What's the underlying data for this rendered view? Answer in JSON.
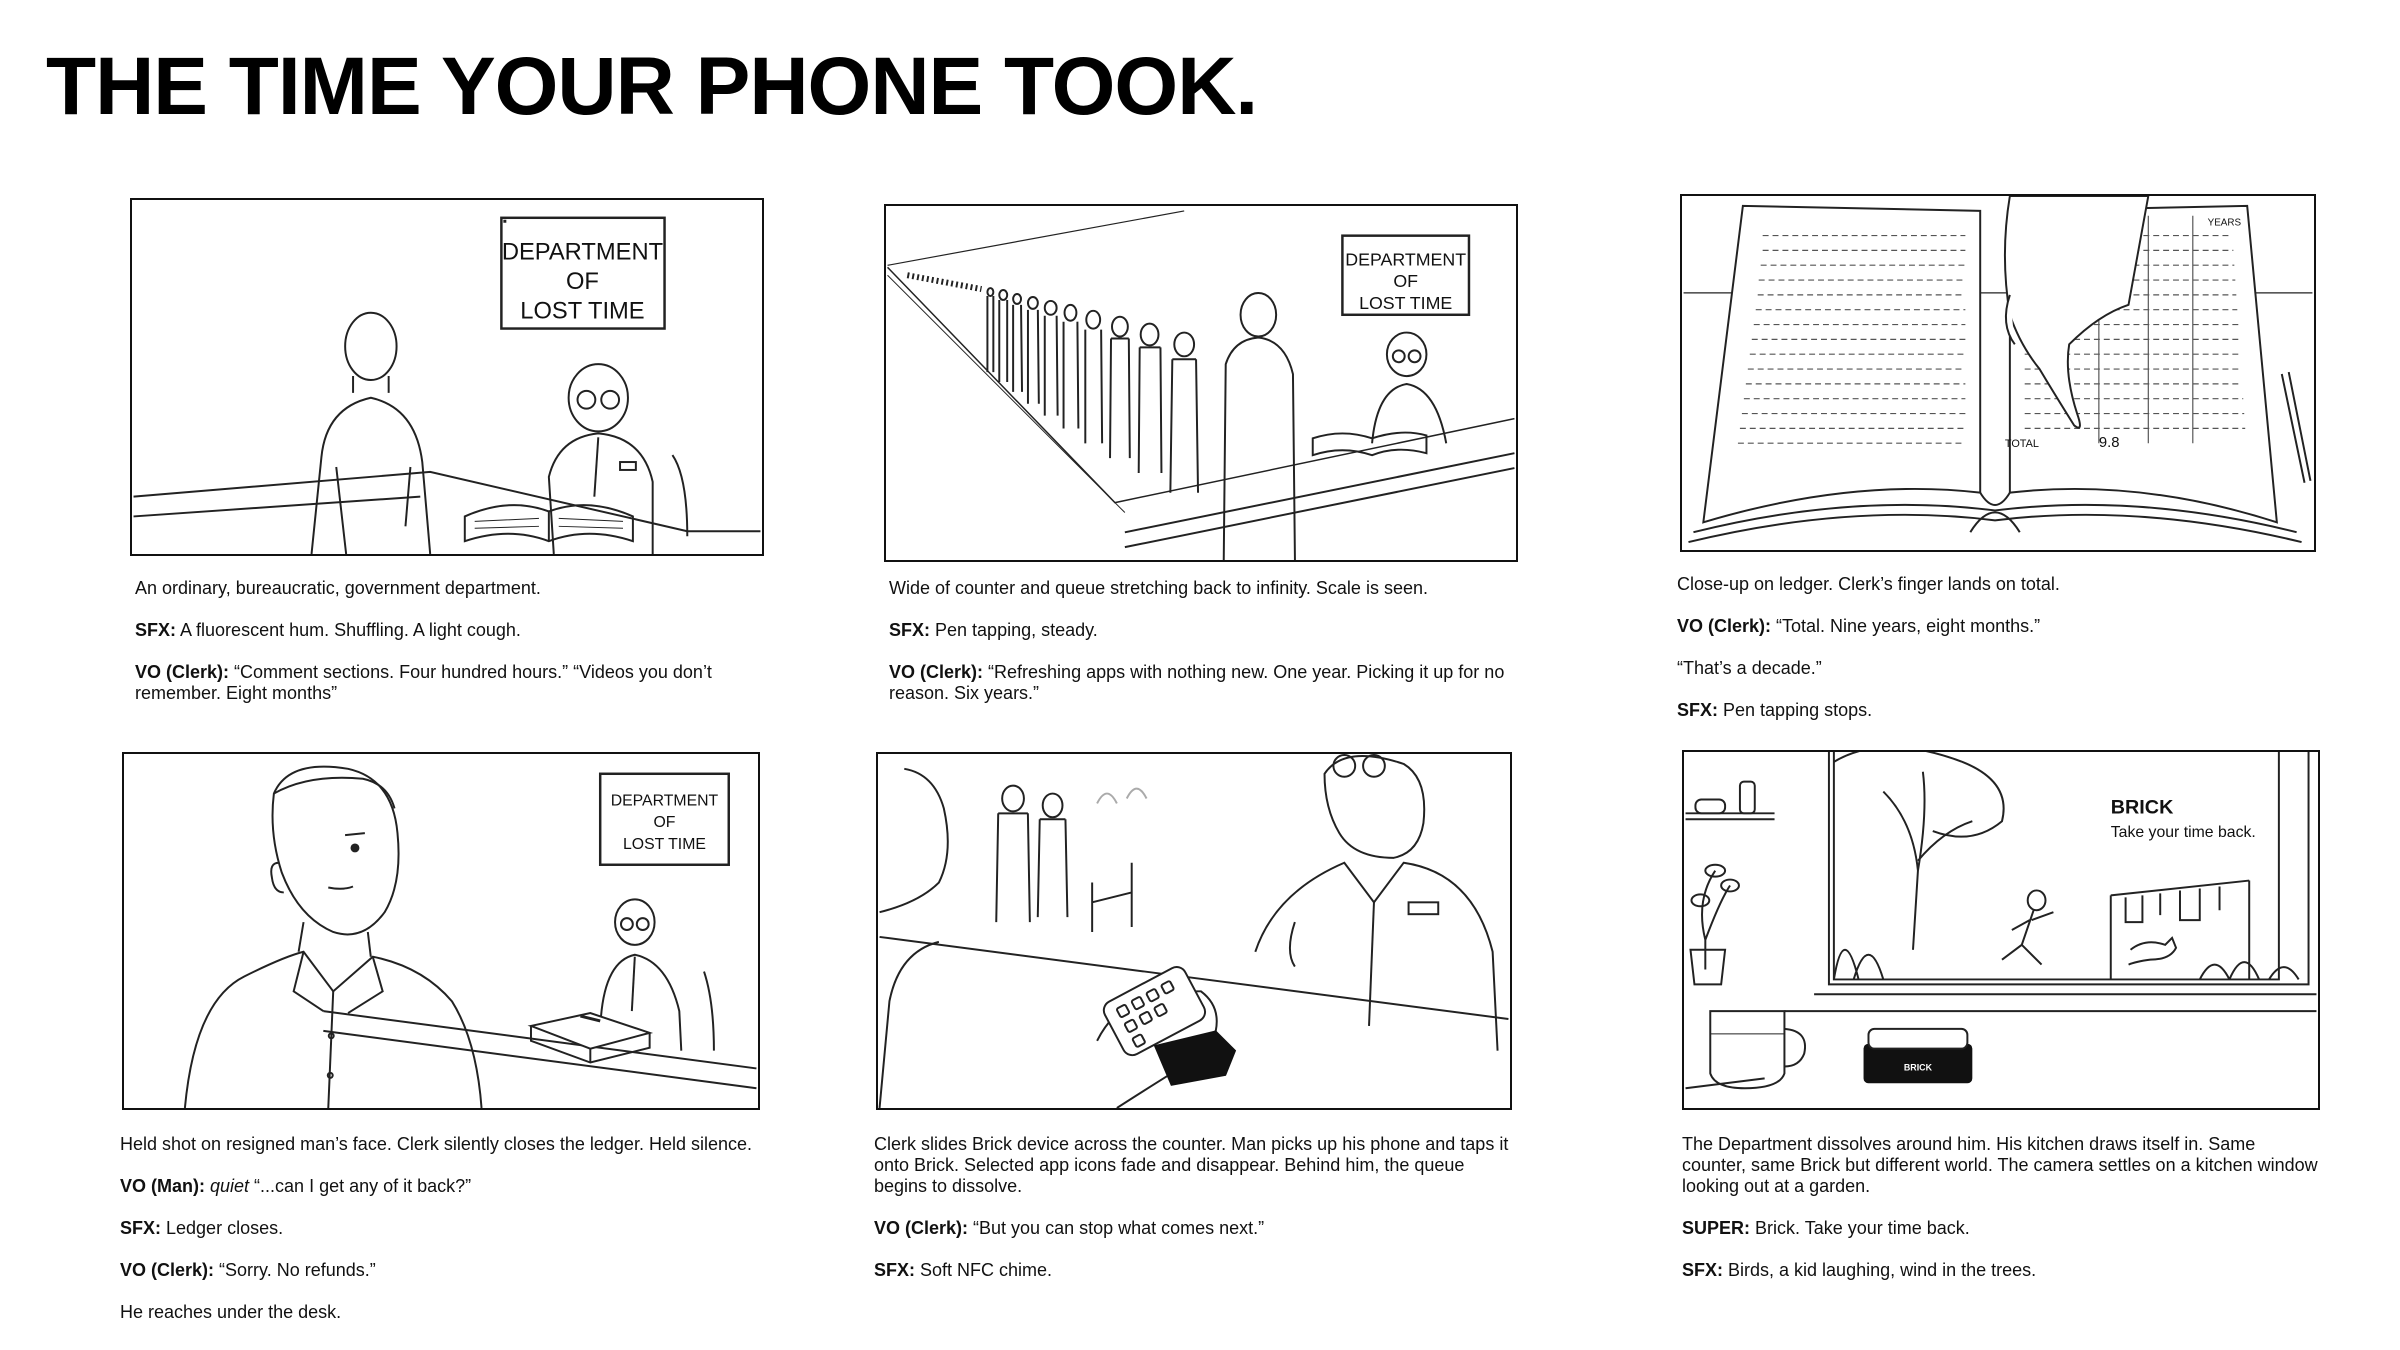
{
  "title": "THE TIME YOUR PHONE TOOK.",
  "signs": {
    "line1": "DEPARTMENT",
    "line2": "OF",
    "line3": "LOST TIME"
  },
  "ledger": {
    "years_label": "YEARS",
    "total_label": "TOTAL",
    "total_value": "9.8"
  },
  "device": {
    "brand": "BRICK",
    "tagline": "Take your time back."
  },
  "panels": [
    {
      "lines": [
        {
          "label": "",
          "emph": "",
          "text": "An ordinary, bureaucratic, government department."
        },
        {
          "label": "SFX:",
          "emph": "",
          "text": " A fluorescent hum. Shuffling. A light cough."
        },
        {
          "label": "VO (Clerk):",
          "emph": "",
          "text": " “Comment sections. Four hundred hours.” “Videos you don’t remember. Eight months”"
        }
      ]
    },
    {
      "lines": [
        {
          "label": "",
          "emph": "",
          "text": "Wide of counter and queue stretching back to infinity. Scale is seen."
        },
        {
          "label": "SFX:",
          "emph": "",
          "text": " Pen tapping, steady."
        },
        {
          "label": "VO (Clerk):",
          "emph": "",
          "text": " “Refreshing apps with nothing new. One year. Picking it up for no reason. Six years.”"
        }
      ]
    },
    {
      "lines": [
        {
          "label": "",
          "emph": "",
          "text": "Close-up on ledger. Clerk’s finger lands on total."
        },
        {
          "label": "VO (Clerk):",
          "emph": "",
          "text": " “Total. Nine years, eight months.”"
        },
        {
          "label": "",
          "emph": "",
          "text": "“That’s a decade.”"
        },
        {
          "label": "SFX:",
          "emph": "",
          "text": " Pen tapping stops."
        }
      ]
    },
    {
      "lines": [
        {
          "label": "",
          "emph": "",
          "text": "Held shot on resigned man’s face. Clerk silently closes the ledger. Held silence."
        },
        {
          "label": "VO (Man):",
          "emph": " quiet",
          "text": " “...can I get any of it back?”"
        },
        {
          "label": "SFX:",
          "emph": "",
          "text": " Ledger closes."
        },
        {
          "label": "VO (Clerk):",
          "emph": "",
          "text": " “Sorry. No refunds.”"
        },
        {
          "label": "",
          "emph": "",
          "text": "He reaches under the desk."
        }
      ]
    },
    {
      "lines": [
        {
          "label": "",
          "emph": "",
          "text": "Clerk slides Brick device across the counter. Man picks up his phone and taps it onto Brick. Selected app icons fade and disappear. Behind him, the queue begins to dissolve."
        },
        {
          "label": "VO (Clerk):",
          "emph": "",
          "text": " “But you can stop what comes next.”"
        },
        {
          "label": "SFX:",
          "emph": "",
          "text": " Soft NFC chime."
        }
      ]
    },
    {
      "lines": [
        {
          "label": "",
          "emph": "",
          "text": "The Department dissolves around him. His kitchen draws itself in. Same counter, same Brick but different world. The camera settles on a kitchen window looking out at a garden."
        },
        {
          "label": "SUPER:",
          "emph": "",
          "text": " Brick. Take your time back."
        },
        {
          "label": "SFX:",
          "emph": "",
          "text": " Birds, a kid laughing, wind in the trees."
        }
      ]
    }
  ]
}
